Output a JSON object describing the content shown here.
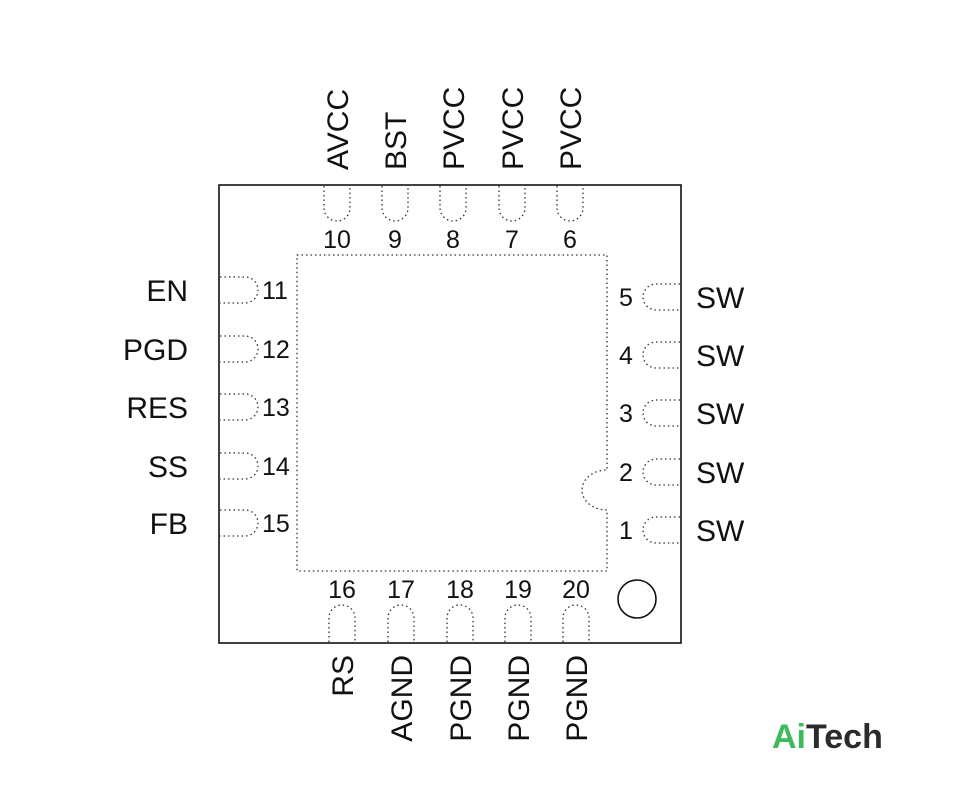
{
  "pins": {
    "top": [
      {
        "number": "10",
        "name": "AVCC"
      },
      {
        "number": "9",
        "name": "BST"
      },
      {
        "number": "8",
        "name": "PVCC"
      },
      {
        "number": "7",
        "name": "PVCC"
      },
      {
        "number": "6",
        "name": "PVCC"
      }
    ],
    "left": [
      {
        "number": "11",
        "name": "EN"
      },
      {
        "number": "12",
        "name": "PGD"
      },
      {
        "number": "13",
        "name": "RES"
      },
      {
        "number": "14",
        "name": "SS"
      },
      {
        "number": "15",
        "name": "FB"
      }
    ],
    "right": [
      {
        "number": "5",
        "name": "SW"
      },
      {
        "number": "4",
        "name": "SW"
      },
      {
        "number": "3",
        "name": "SW"
      },
      {
        "number": "2",
        "name": "SW"
      },
      {
        "number": "1",
        "name": "SW"
      }
    ],
    "bottom": [
      {
        "number": "16",
        "name": "RS"
      },
      {
        "number": "17",
        "name": "AGND"
      },
      {
        "number": "18",
        "name": "PGND"
      },
      {
        "number": "19",
        "name": "PGND"
      },
      {
        "number": "20",
        "name": "PGND"
      }
    ]
  },
  "watermark": {
    "part1": "Ai",
    "part2": "Tech",
    "color1": "#3dbb5c",
    "color2": "#2b2b2b"
  },
  "colors": {
    "outline": "#111111",
    "dotted": "#333333"
  }
}
